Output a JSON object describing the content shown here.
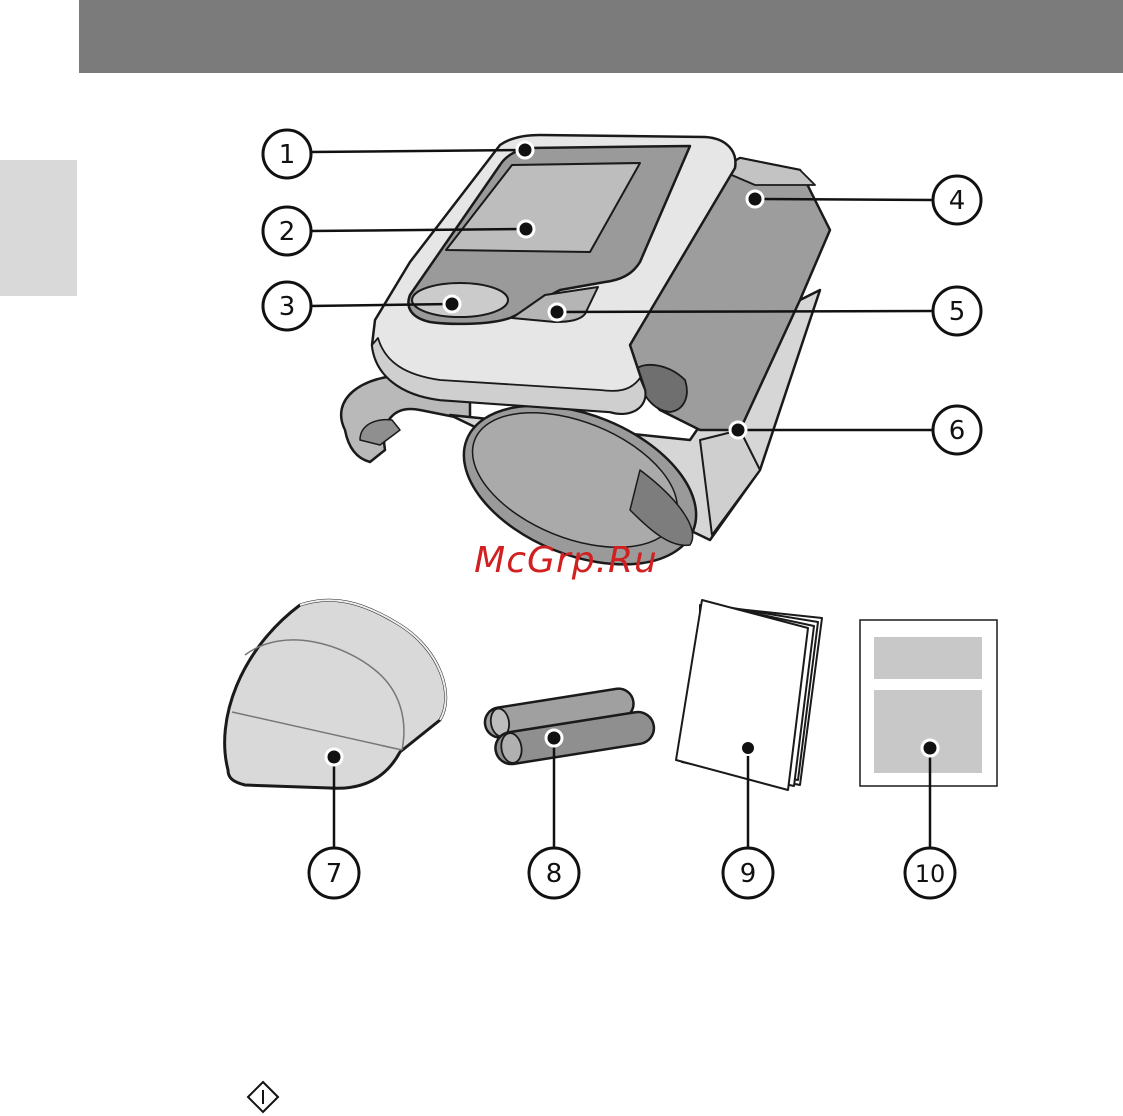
{
  "callouts": [
    "1",
    "2",
    "3",
    "4",
    "5",
    "6",
    "7",
    "8",
    "9",
    "10"
  ],
  "watermark": "McGrp.Ru",
  "colors": {
    "header": "#7b7b7b",
    "side_tab": "#d9d9d9",
    "device_light": "#e9e9e9",
    "device_mid": "#bdbdbd",
    "device_dark": "#8a8a8a",
    "watermark": "#d02020"
  },
  "icons": [
    "info-diamond-icon"
  ]
}
